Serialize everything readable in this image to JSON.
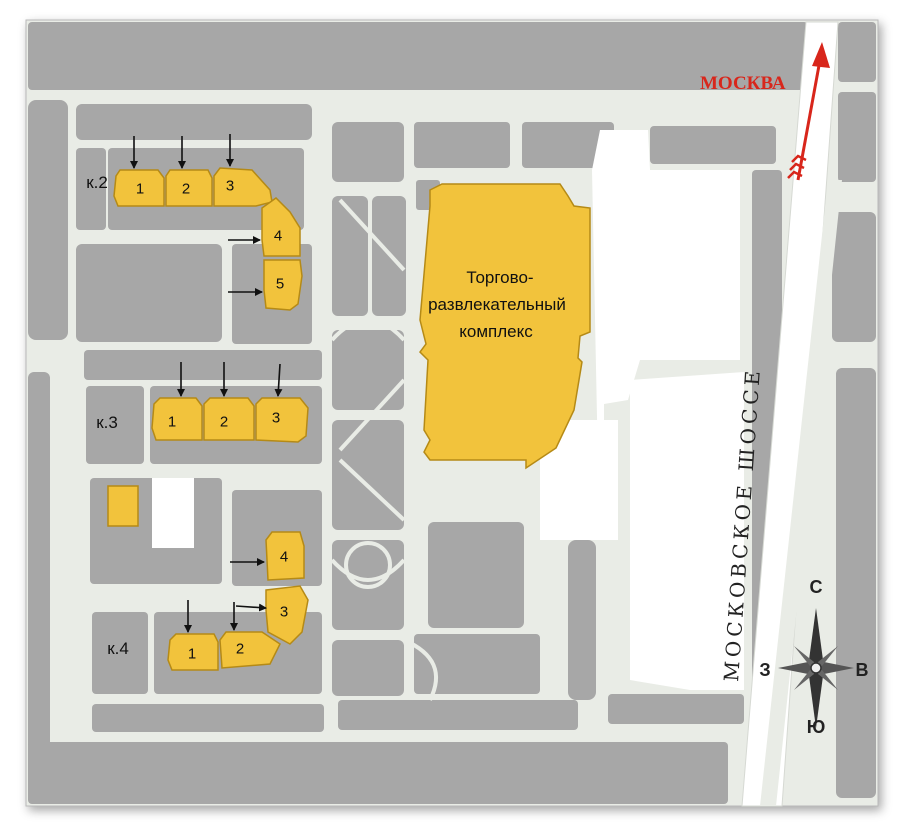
{
  "map": {
    "city_label": "МОСКВА",
    "highway_label": "МОСКОВСКОЕ ШОССЕ",
    "mall": {
      "lines": [
        "Торгово-",
        "развлекательный",
        "комплекс"
      ]
    },
    "blocks": [
      {
        "id": "k2",
        "label": "к.2",
        "sections": [
          "1",
          "2",
          "3",
          "4",
          "5"
        ]
      },
      {
        "id": "k3",
        "label": "к.3",
        "sections": [
          "1",
          "2",
          "3"
        ]
      },
      {
        "id": "k4",
        "label": "к.4",
        "sections": [
          "1",
          "2",
          "3",
          "4"
        ]
      }
    ],
    "compass": {
      "n": "С",
      "s": "Ю",
      "w": "З",
      "e": "В"
    }
  },
  "colors": {
    "road": "#e9ece6",
    "block": "#a7a7a7",
    "building": "#f2c33c",
    "building_stroke": "#b58a16",
    "arrow_red": "#d8261b"
  }
}
